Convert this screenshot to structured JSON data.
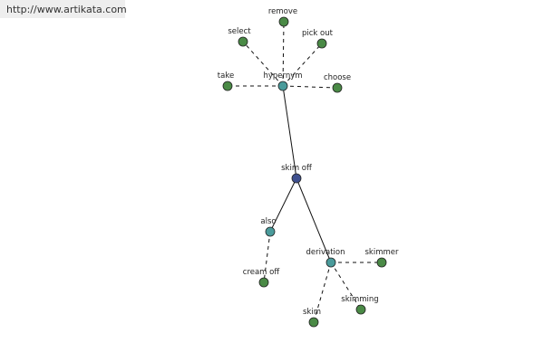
{
  "watermark": {
    "url": "http://www.artikata.com"
  },
  "colors": {
    "root": "#3e4f8e",
    "relation": "#4a9b9b",
    "leaf": "#4a8a46"
  },
  "graph": {
    "nodes": [
      {
        "id": "skim_off",
        "label": "skim off",
        "kind": "root"
      },
      {
        "id": "hypernym",
        "label": "hypernym",
        "kind": "relation"
      },
      {
        "id": "also",
        "label": "also",
        "kind": "relation"
      },
      {
        "id": "derivation",
        "label": "derivation",
        "kind": "relation"
      },
      {
        "id": "remove",
        "label": "remove",
        "kind": "leaf"
      },
      {
        "id": "select",
        "label": "select",
        "kind": "leaf"
      },
      {
        "id": "pick_out",
        "label": "pick out",
        "kind": "leaf"
      },
      {
        "id": "take",
        "label": "take",
        "kind": "leaf"
      },
      {
        "id": "choose",
        "label": "choose",
        "kind": "leaf"
      },
      {
        "id": "cream_off",
        "label": "cream off",
        "kind": "leaf"
      },
      {
        "id": "skimmer",
        "label": "skimmer",
        "kind": "leaf"
      },
      {
        "id": "skimming",
        "label": "skimming",
        "kind": "leaf"
      },
      {
        "id": "skim",
        "label": "skim",
        "kind": "leaf"
      }
    ],
    "edges": [
      {
        "from": "skim_off",
        "to": "hypernym",
        "style": "solid"
      },
      {
        "from": "skim_off",
        "to": "also",
        "style": "solid"
      },
      {
        "from": "skim_off",
        "to": "derivation",
        "style": "solid"
      },
      {
        "from": "hypernym",
        "to": "remove",
        "style": "dashed"
      },
      {
        "from": "hypernym",
        "to": "select",
        "style": "dashed"
      },
      {
        "from": "hypernym",
        "to": "pick_out",
        "style": "dashed"
      },
      {
        "from": "hypernym",
        "to": "take",
        "style": "dashed"
      },
      {
        "from": "hypernym",
        "to": "choose",
        "style": "dashed"
      },
      {
        "from": "also",
        "to": "cream_off",
        "style": "dashed"
      },
      {
        "from": "derivation",
        "to": "skimmer",
        "style": "dashed"
      },
      {
        "from": "derivation",
        "to": "skimming",
        "style": "dashed"
      },
      {
        "from": "derivation",
        "to": "skim",
        "style": "dashed"
      }
    ]
  }
}
